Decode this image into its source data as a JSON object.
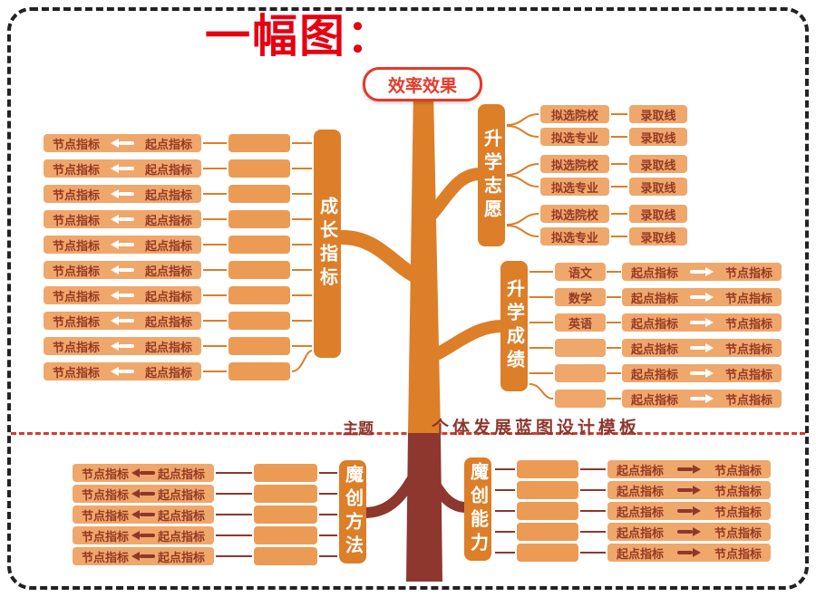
{
  "title": "一幅图：",
  "root": {
    "label": "效率效果"
  },
  "divider": {
    "theme_label": "主题",
    "template_label": "个体发展蓝图设计模板"
  },
  "colors": {
    "title_red": "#E60012",
    "pill_red": "#E5392B",
    "branch_orange": "#DD7E28",
    "bar_orange": "#F0A76B",
    "text_maroon": "#943A26",
    "trunk_maroon": "#8E372E",
    "divider_red": "#D23B2F"
  },
  "branches": {
    "growth": {
      "label": "成长指标",
      "rows": [
        {
          "left": "节点指标",
          "right": "起点指标"
        },
        {
          "left": "节点指标",
          "right": "起点指标"
        },
        {
          "left": "节点指标",
          "right": "起点指标"
        },
        {
          "left": "节点指标",
          "right": "起点指标"
        },
        {
          "left": "节点指标",
          "right": "起点指标"
        },
        {
          "left": "节点指标",
          "right": "起点指标"
        },
        {
          "left": "节点指标",
          "right": "起点指标"
        },
        {
          "left": "节点指标",
          "right": "起点指标"
        },
        {
          "left": "节点指标",
          "right": "起点指标"
        },
        {
          "left": "节点指标",
          "right": "起点指标"
        }
      ]
    },
    "aspiration": {
      "label": "升学志愿",
      "rows": [
        {
          "main": "拟选院校",
          "sub": "录取线"
        },
        {
          "main": "拟选专业",
          "sub": "录取线"
        },
        {
          "main": "拟选院校",
          "sub": "录取线"
        },
        {
          "main": "拟选专业",
          "sub": "录取线"
        },
        {
          "main": "拟选院校",
          "sub": "录取线"
        },
        {
          "main": "拟选专业",
          "sub": "录取线"
        }
      ]
    },
    "scores": {
      "label": "升学成绩",
      "rows": [
        {
          "subject": "语文",
          "left": "起点指标",
          "right": "节点指标"
        },
        {
          "subject": "数学",
          "left": "起点指标",
          "right": "节点指标"
        },
        {
          "subject": "英语",
          "left": "起点指标",
          "right": "节点指标"
        },
        {
          "subject": "",
          "left": "起点指标",
          "right": "节点指标"
        },
        {
          "subject": "",
          "left": "起点指标",
          "right": "节点指标"
        },
        {
          "subject": "",
          "left": "起点指标",
          "right": "节点指标"
        }
      ]
    },
    "method": {
      "label": "魔创方法",
      "rows": [
        {
          "left": "节点指标",
          "right": "起点指标"
        },
        {
          "left": "节点指标",
          "right": "起点指标"
        },
        {
          "left": "节点指标",
          "right": "起点指标"
        },
        {
          "left": "节点指标",
          "right": "起点指标"
        },
        {
          "left": "节点指标",
          "right": "起点指标"
        }
      ]
    },
    "ability": {
      "label": "魔创能力",
      "rows": [
        {
          "left": "起点指标",
          "right": "节点指标"
        },
        {
          "left": "起点指标",
          "right": "节点指标"
        },
        {
          "left": "起点指标",
          "right": "节点指标"
        },
        {
          "left": "起点指标",
          "right": "节点指标"
        },
        {
          "left": "起点指标",
          "right": "节点指标"
        }
      ]
    }
  }
}
